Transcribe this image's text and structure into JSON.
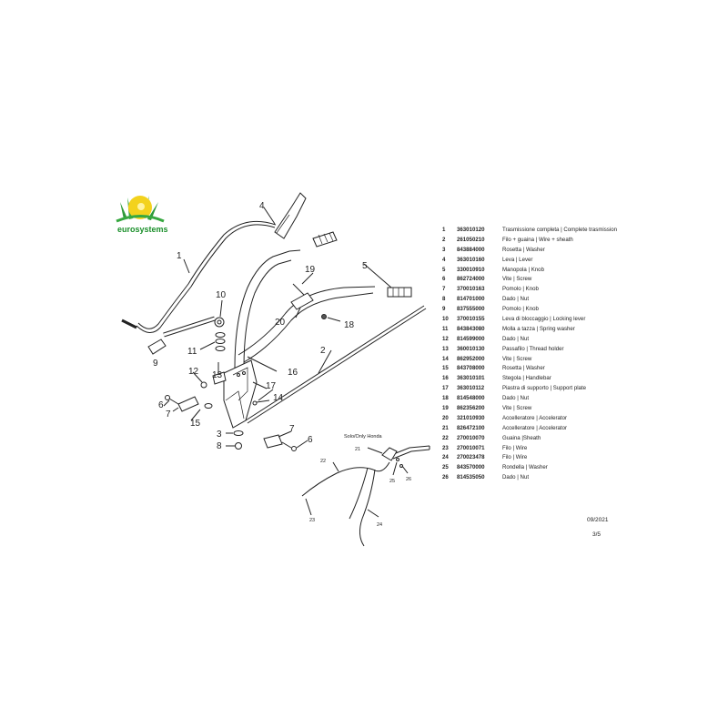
{
  "brand": {
    "name": "eurosystems"
  },
  "diagram": {
    "callouts": [
      "1",
      "2",
      "3",
      "4",
      "5",
      "6",
      "7",
      "8",
      "9",
      "10",
      "11",
      "12",
      "13",
      "14",
      "15",
      "16",
      "17",
      "18",
      "19",
      "20",
      "21",
      "22",
      "23",
      "24",
      "25",
      "26"
    ],
    "inset_label": "Solo/Only Honda"
  },
  "parts": [
    {
      "pos": "1",
      "code": "363010120",
      "desc": "Trasmissione completa | Complete trasmission"
    },
    {
      "pos": "2",
      "code": "261050210",
      "desc": "Filo + guaina | Wire + sheath"
    },
    {
      "pos": "3",
      "code": "843884000",
      "desc": "Rosetta | Washer"
    },
    {
      "pos": "4",
      "code": "363010160",
      "desc": "Leva | Lever"
    },
    {
      "pos": "5",
      "code": "330010910",
      "desc": "Manopola | Knob"
    },
    {
      "pos": "6",
      "code": "862724000",
      "desc": "Vite | Screw"
    },
    {
      "pos": "7",
      "code": "370010163",
      "desc": "Pomolo | Knob"
    },
    {
      "pos": "8",
      "code": "814701000",
      "desc": "Dado | Nut"
    },
    {
      "pos": "9",
      "code": "837555000",
      "desc": "Pomolo | Knob"
    },
    {
      "pos": "10",
      "code": "370010155",
      "desc": "Leva di bloccaggio | Locking lever"
    },
    {
      "pos": "11",
      "code": "843843080",
      "desc": "Molla a tazza | Spring washer"
    },
    {
      "pos": "12",
      "code": "814599000",
      "desc": "Dado | Nut"
    },
    {
      "pos": "13",
      "code": "360010130",
      "desc": "Passafilo | Thread holder"
    },
    {
      "pos": "14",
      "code": "862952000",
      "desc": "Vite | Screw"
    },
    {
      "pos": "15",
      "code": "843708000",
      "desc": "Rosetta | Washer"
    },
    {
      "pos": "16",
      "code": "363010101",
      "desc": "Stegola | Handlebar"
    },
    {
      "pos": "17",
      "code": "363010112",
      "desc": "Piastra di supporto | Support plate"
    },
    {
      "pos": "18",
      "code": "814548000",
      "desc": "Dado | Nut"
    },
    {
      "pos": "19",
      "code": "862356200",
      "desc": "Vite | Screw"
    },
    {
      "pos": "20",
      "code": "321010930",
      "desc": "Accelleratore | Accelerator"
    },
    {
      "pos": "21",
      "code": "826472100",
      "desc": "Accelleratore | Accelerator"
    },
    {
      "pos": "22",
      "code": "270010070",
      "desc": "Guaina |Sheath"
    },
    {
      "pos": "23",
      "code": "270010071",
      "desc": "Filo | Wire"
    },
    {
      "pos": "24",
      "code": "270023478",
      "desc": "Filo | Wire"
    },
    {
      "pos": "25",
      "code": "843570000",
      "desc": "Rondella | Washer"
    },
    {
      "pos": "26",
      "code": "814535050",
      "desc": "Dado | Nut"
    }
  ],
  "footer": {
    "date": "09/2021",
    "page": "3/5"
  }
}
